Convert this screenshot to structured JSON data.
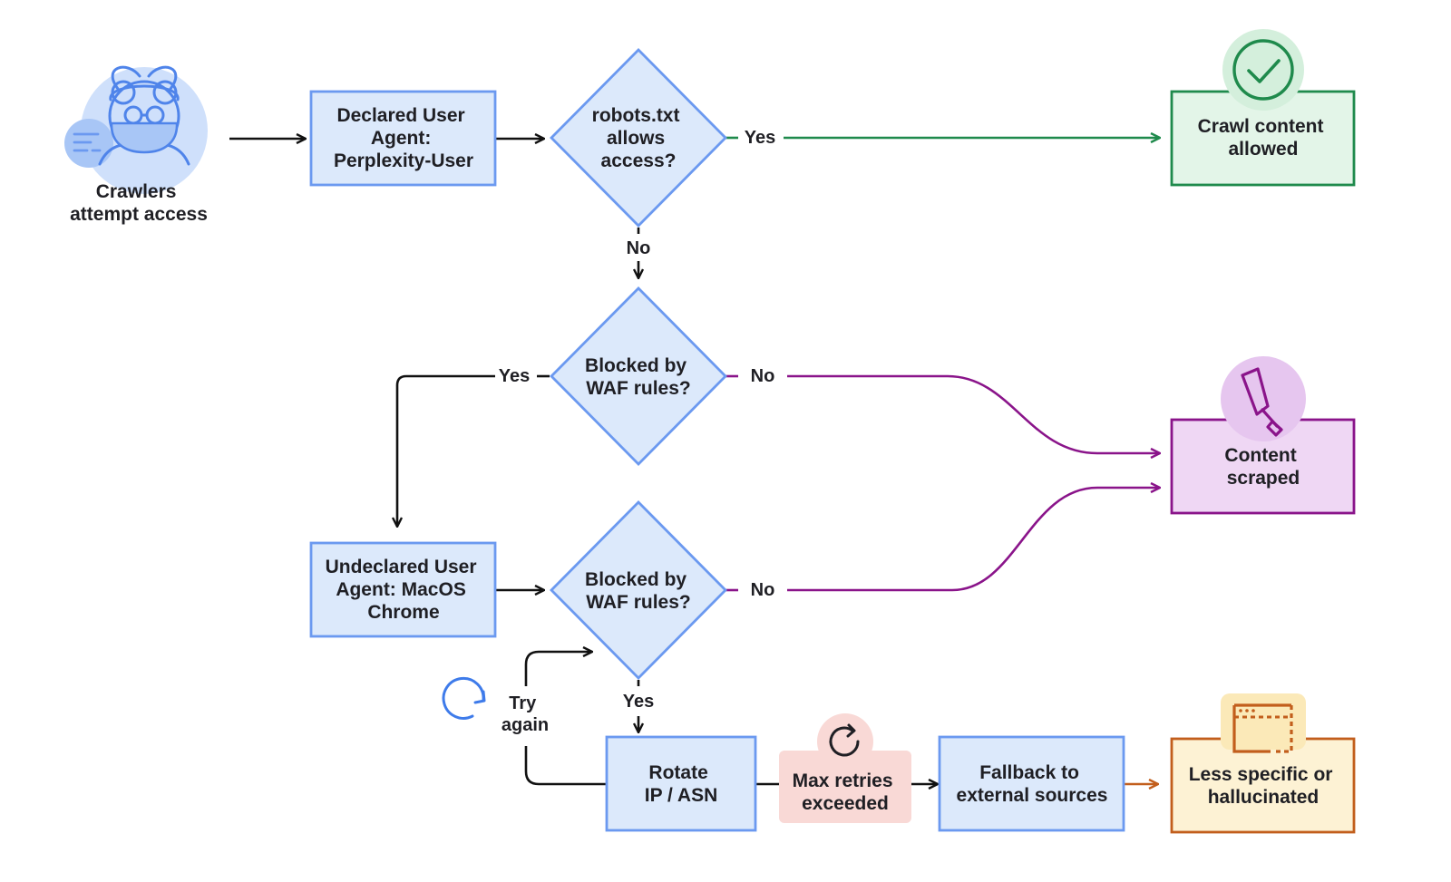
{
  "start": {
    "lines": [
      "Crawlers",
      "attempt access"
    ],
    "icon": "crawler-avatar-icon"
  },
  "nodes": {
    "declared_ua": [
      "Declared User",
      "Agent:",
      "Perplexity-User"
    ],
    "robots": [
      "robots.txt",
      "allows",
      "access?"
    ],
    "crawl_allowed": [
      "Crawl content",
      "allowed"
    ],
    "waf1": [
      "Blocked by",
      "WAF rules?"
    ],
    "content_scraped": [
      "Content",
      "scraped"
    ],
    "undeclared_ua": [
      "Undeclared User",
      "Agent: MacOS",
      "Chrome"
    ],
    "waf2": [
      "Blocked by",
      "WAF rules?"
    ],
    "rotate": [
      "Rotate",
      "IP / ASN"
    ],
    "max_retries": [
      "Max retries",
      "exceeded"
    ],
    "fallback": [
      "Fallback to",
      "external sources"
    ],
    "less_specific": [
      "Less specific or",
      "hallucinated"
    ]
  },
  "edges": {
    "robots_yes": "Yes",
    "robots_no": "No",
    "waf1_yes": "Yes",
    "waf1_no": "No",
    "waf2_no": "No",
    "waf2_yes": "Yes",
    "try_again": [
      "Try",
      "again"
    ]
  },
  "icons": {
    "crawl_allowed": "checkmark-icon",
    "content_scraped": "scraper-icon",
    "max_retries": "retry-icon",
    "try_again": "refresh-icon",
    "less_specific": "browser-window-icon"
  },
  "colors": {
    "node_fill": "#dce9fb",
    "node_stroke": "#6b99f0",
    "green": "#1f8a4c",
    "green_fill": "#e3f5e8",
    "purple": "#8a148a",
    "purple_fill": "#efd7f4",
    "orange": "#c25e1c",
    "orange_fill": "#fdf2d4",
    "red_fill": "#f9d9d6",
    "line": "#111111",
    "blue_icon": "#3e7bea"
  }
}
